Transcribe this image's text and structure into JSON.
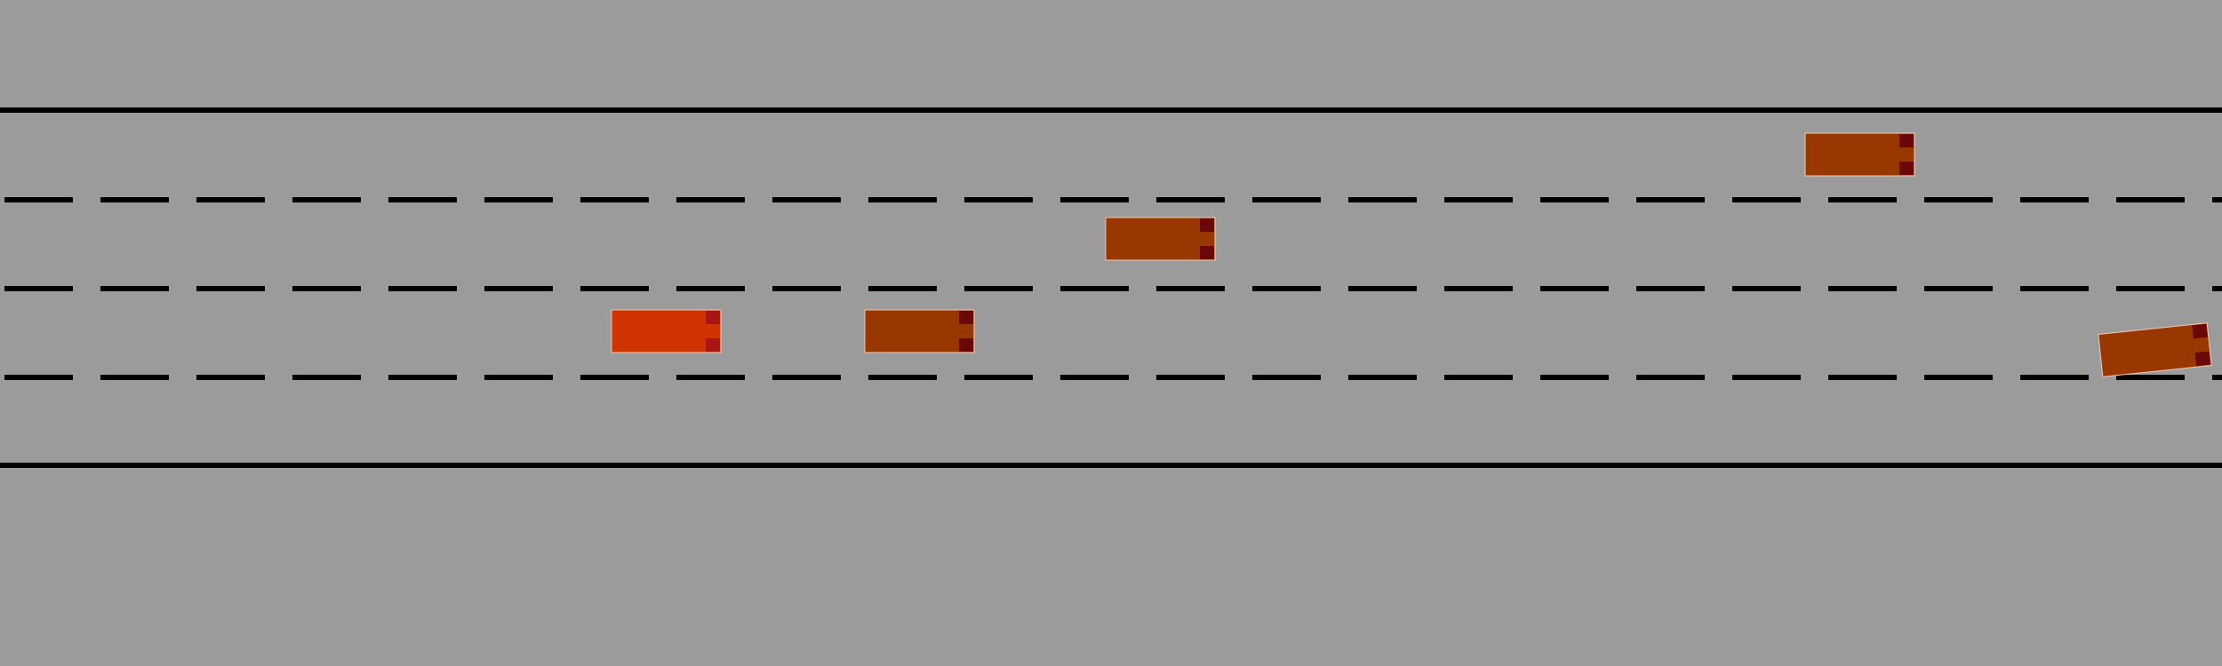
{
  "colors": {
    "background": "#9b9b9b",
    "line": "#000000",
    "ego_vehicle": "#d13300",
    "ego_lights": "#a81515",
    "other_vehicle": "#993700",
    "other_lights": "#6a0707",
    "vehicle_outline": "#f0c8b4"
  },
  "road": {
    "lane_count": 4,
    "boundary_lines": [
      "solid",
      "dashed",
      "dashed",
      "dashed",
      "solid"
    ]
  },
  "vehicles": [
    {
      "role": "ego",
      "color_key": "ego_vehicle",
      "lights_key": "ego_lights"
    },
    {
      "role": "other",
      "color_key": "other_vehicle",
      "lights_key": "other_lights"
    },
    {
      "role": "other",
      "color_key": "other_vehicle",
      "lights_key": "other_lights"
    },
    {
      "role": "other",
      "color_key": "other_vehicle",
      "lights_key": "other_lights"
    },
    {
      "role": "other",
      "color_key": "other_vehicle",
      "lights_key": "other_lights"
    }
  ]
}
